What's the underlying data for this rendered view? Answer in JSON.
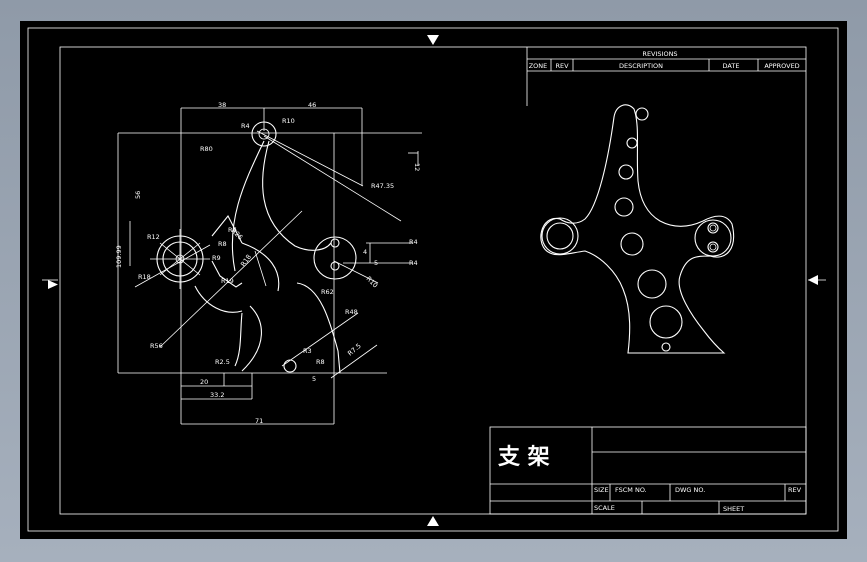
{
  "revisions": {
    "title": "REVISIONS",
    "headers": [
      "ZONE",
      "REV",
      "DESCRIPTION",
      "DATE",
      "APPROVED"
    ]
  },
  "title_block": {
    "drawing_title": "支 架",
    "size": "SIZE",
    "fscm": "FSCM NO.",
    "dwg": "DWG NO.",
    "rev": "REV",
    "scale": "SCALE",
    "sheet": "SHEET"
  },
  "dimensions": {
    "d38": "38",
    "d46": "46",
    "r4a": "R4",
    "r10": "R10",
    "d12": "12",
    "r80": "R80",
    "r47": "R47.35",
    "d56": "56",
    "d109": "109.99",
    "r12": "R12",
    "r18": "R18",
    "r7": "R7",
    "r8": "R8",
    "r9": "R9",
    "r19": "R19",
    "r18b": "R18",
    "r26": "R26",
    "r16": "R16",
    "d4a": "4",
    "d5a": "5",
    "r4b": "R4",
    "r4c": "R4",
    "r62": "R62",
    "r10b": "R10",
    "r48": "R48",
    "r3": "R3",
    "r8b": "R8",
    "r7b": "R7.5",
    "d5b": "5",
    "r56": "R56",
    "r25": "R2.5",
    "d20": "20",
    "d332": "33.2",
    "d71": "71"
  }
}
